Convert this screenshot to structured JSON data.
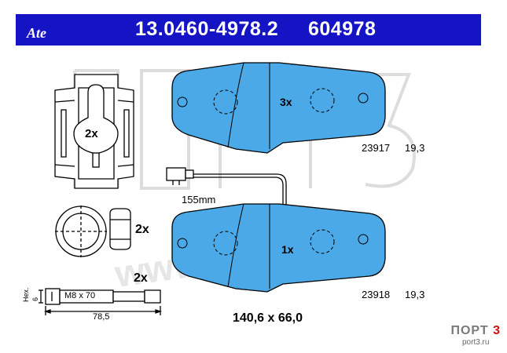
{
  "header": {
    "brand": "Ate",
    "part_number": "13.0460-4978.2",
    "code": "604978",
    "color": "#1414c4"
  },
  "watermark": {
    "brand_text": "ПОРТ",
    "brand_accent": "3",
    "site": "port3.ru",
    "diagonal": "www.port3.ru"
  },
  "clip": {
    "qty": "2x"
  },
  "bushing": {
    "qty": "2x"
  },
  "bolt": {
    "qty": "2x",
    "thread": "M8 x 70",
    "length": "78,5",
    "hex_label": "Hex.",
    "hex_size": "6"
  },
  "sensor": {
    "length": "155mm"
  },
  "pad_top": {
    "qty": "3x",
    "ref": "23917",
    "thickness": "19,3",
    "fill_color": "#4aa9e6"
  },
  "pad_bottom": {
    "qty": "1x",
    "ref": "23918",
    "thickness": "19,3",
    "fill_color": "#4aa9e6"
  },
  "dimensions": {
    "size": "140,6 x 66,0"
  }
}
